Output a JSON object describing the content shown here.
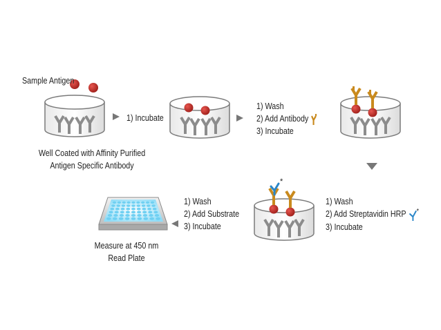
{
  "labels": {
    "sample_antigen": "Sample Antigen",
    "well_caption_line1": "Well Coated with Affinity Purified",
    "well_caption_line2": "Antigen Specific Antibody",
    "incubate_step": "1) Incubate",
    "measure_line1": "Measure at 450 nm",
    "measure_line2": "Read Plate"
  },
  "steps_add_antibody": [
    "1) Wash",
    "2) Add Antibody",
    "3) Incubate"
  ],
  "steps_add_hrp": [
    "1) Wash",
    "2) Add Streptavidin HRP",
    "3) Incubate"
  ],
  "steps_add_substrate": [
    "1) Wash",
    "2) Add Substrate",
    "3) Incubate"
  ],
  "icons": {
    "detection_antibody": "orange-antibody-icon",
    "streptavidin_hrp": "blue-hrp-icon",
    "hrp_asterisk": "*"
  },
  "colors": {
    "well_outline": "#7a7a7a",
    "coating_antibody": "#8c8c8c",
    "antigen": "#c9302c",
    "detection_antibody": "#c98a1e",
    "streptavidin_hrp": "#2a86c8",
    "arrow": "#777777",
    "plate_well": "#6fd0f2"
  }
}
